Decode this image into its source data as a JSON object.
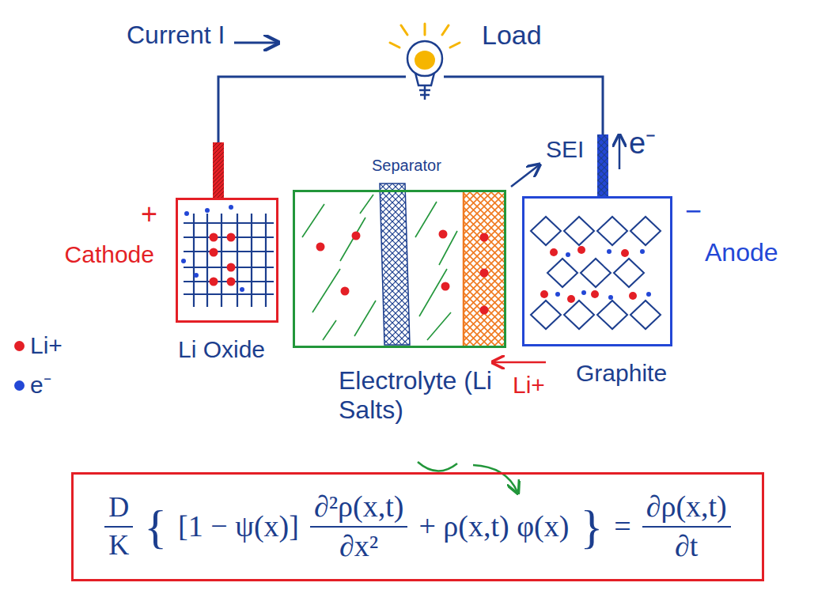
{
  "diagram": {
    "nodes": [
      {
        "text": [
          "Load"
        ]
      },
      {
        "text": [
          "Cathode",
          "Li Oxide"
        ]
      },
      {
        "text": [
          "Electrolyte (Li Salts)"
        ]
      },
      {
        "text": [
          "Anode",
          "Graphite"
        ]
      },
      {
        "text": [
          "D",
          "K",
          "{",
          "[1 − ψ(x)]",
          "∂²ρ(x,t)",
          "∂x²",
          "+ ρ(x,t) φ(x)",
          "}",
          "=",
          "∂ρ(x,t)",
          "∂t"
        ]
      }
    ],
    "edges": [
      {
        "from": 1,
        "to": 0,
        "arrow": "none"
      },
      {
        "from": 0,
        "to": 3,
        "arrow": "none"
      }
    ],
    "labels": [
      "Current I",
      "SEI",
      "e⁻",
      "Separator",
      "+",
      "−",
      "Li+"
    ],
    "legend": [
      {
        "text": "Li+",
        "color": "#e41f26"
      },
      {
        "text": "e⁻",
        "color": "#2347d6"
      }
    ]
  }
}
